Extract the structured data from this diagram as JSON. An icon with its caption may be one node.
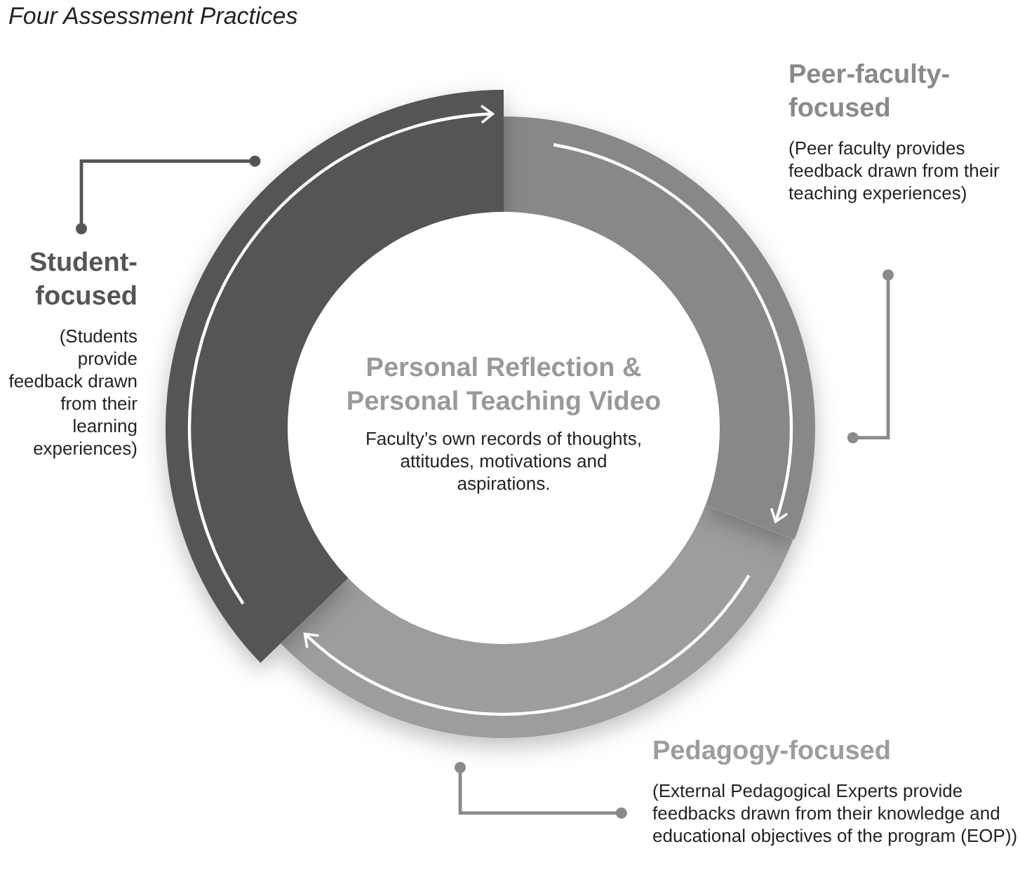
{
  "diagram": {
    "title": "Four Assessment Practices",
    "nodes": [
      {
        "text": [
          "Personal Reflection & Personal Teaching Video",
          "Faculty’s own records of thoughts, attitudes, motivations and aspirations."
        ]
      },
      {
        "text": [],
        "shape": "arc"
      },
      {
        "text": [],
        "shape": "arc"
      },
      {
        "text": [],
        "shape": "arc"
      },
      {
        "text": [
          "Student-focused",
          "(Students provide feedback drawn from their learning experiences)"
        ]
      },
      {
        "text": [
          "Peer-faculty-focused",
          "(Peer faculty provides feedback drawn from their teaching experiences)"
        ]
      },
      {
        "text": [
          "Pedagogy-focused",
          "(External Pedagogical Experts provide feedbacks drawn from their knowledge and educational objectives of the program (EOP))"
        ]
      }
    ],
    "edges": [
      {
        "from": 1,
        "to": 2,
        "arrow": "to"
      },
      {
        "from": 2,
        "to": 3,
        "arrow": "to"
      },
      {
        "from": 3,
        "to": 1,
        "arrow": "to"
      },
      {
        "from": 4,
        "to": 1,
        "arrow": "other",
        "color": "#555555"
      },
      {
        "from": 5,
        "to": 2,
        "arrow": "other",
        "color": "#8a8a8a"
      },
      {
        "from": 6,
        "to": 3,
        "arrow": "other",
        "color": "#8a8a8a"
      }
    ]
  }
}
